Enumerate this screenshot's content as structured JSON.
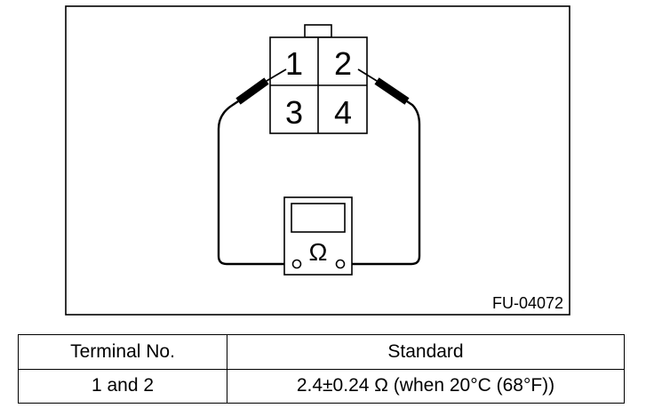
{
  "figure": {
    "connector": {
      "terminals": [
        "1",
        "2",
        "3",
        "4"
      ]
    },
    "meter_symbol": "Ω",
    "figure_code": "FU-04072"
  },
  "table": {
    "headers": [
      "Terminal No.",
      "Standard"
    ],
    "rows": [
      [
        "1 and 2",
        "2.4±0.24 Ω (when 20°C (68°F))"
      ]
    ]
  }
}
